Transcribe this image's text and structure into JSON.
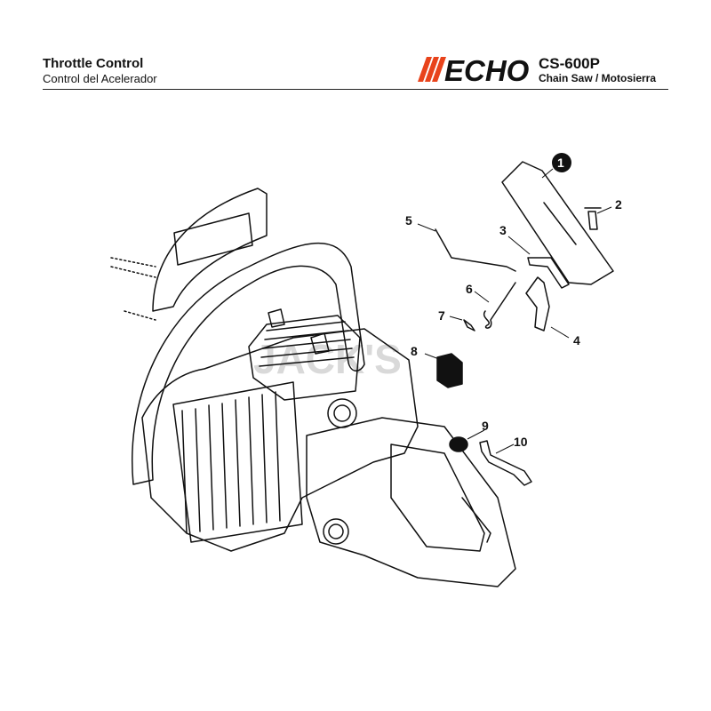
{
  "header": {
    "title": "Throttle Control",
    "subtitle": "Control del Acelerador",
    "brand": "ECHO",
    "model": "CS-600P",
    "product": "Chain Saw / Motosierra"
  },
  "colors": {
    "brand": "#e8431b",
    "ink": "#111111"
  },
  "watermark": "JACK'S",
  "callouts": [
    {
      "label": "1",
      "part": "throttle-lockout-cover",
      "style": "filled-circle"
    },
    {
      "label": "2",
      "part": "screw"
    },
    {
      "label": "3",
      "part": "lockout-lever"
    },
    {
      "label": "4",
      "part": "throttle-trigger"
    },
    {
      "label": "5",
      "part": "throttle-rod"
    },
    {
      "label": "6",
      "part": "spring"
    },
    {
      "label": "7",
      "part": "pin"
    },
    {
      "label": "8",
      "part": "stop-switch"
    },
    {
      "label": "9",
      "part": "grommet"
    },
    {
      "label": "10",
      "part": "stop-plate"
    }
  ]
}
